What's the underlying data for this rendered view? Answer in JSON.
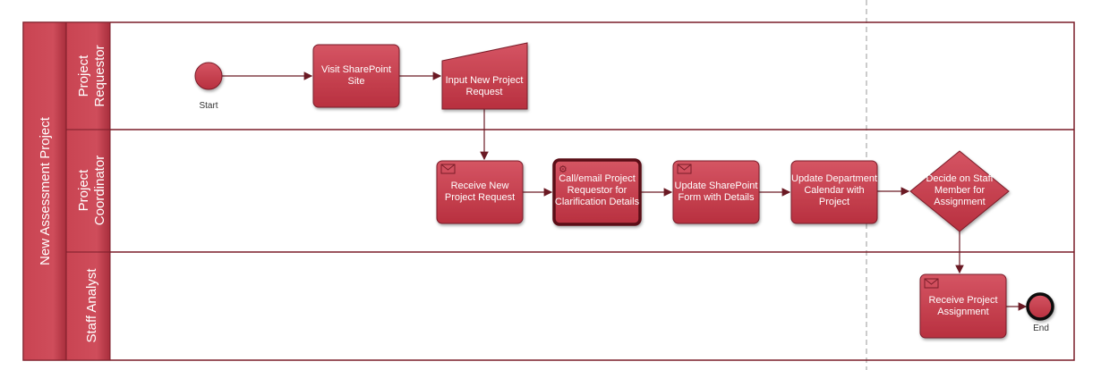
{
  "pool": {
    "title": "New Assessment Project"
  },
  "lanes": [
    {
      "label": [
        "Project",
        "Requestor"
      ]
    },
    {
      "label": [
        "Project",
        "Coordinator"
      ]
    },
    {
      "label": [
        "Staff Analyst"
      ]
    }
  ],
  "events": {
    "start": "Start",
    "end": "End"
  },
  "tasks": {
    "visit": [
      "Visit SharePoint",
      "Site"
    ],
    "input": [
      "Input New Project",
      "Request"
    ],
    "receive_request": [
      "Receive New",
      "Project Request"
    ],
    "call": [
      "Call/email Project",
      "Requestor for",
      "Clarification Details"
    ],
    "update_form": [
      "Update SharePoint",
      "Form with Details"
    ],
    "update_calendar": [
      "Update Department",
      "Calendar with",
      "Project"
    ],
    "decide": [
      "Decide on Staff",
      "Member for",
      "Assignment"
    ],
    "receive_assignment": [
      "Receive Project",
      "Assignment"
    ]
  },
  "colors": {
    "fill": "#c94452",
    "border": "#7a1d29",
    "line": "#6b1a24"
  }
}
